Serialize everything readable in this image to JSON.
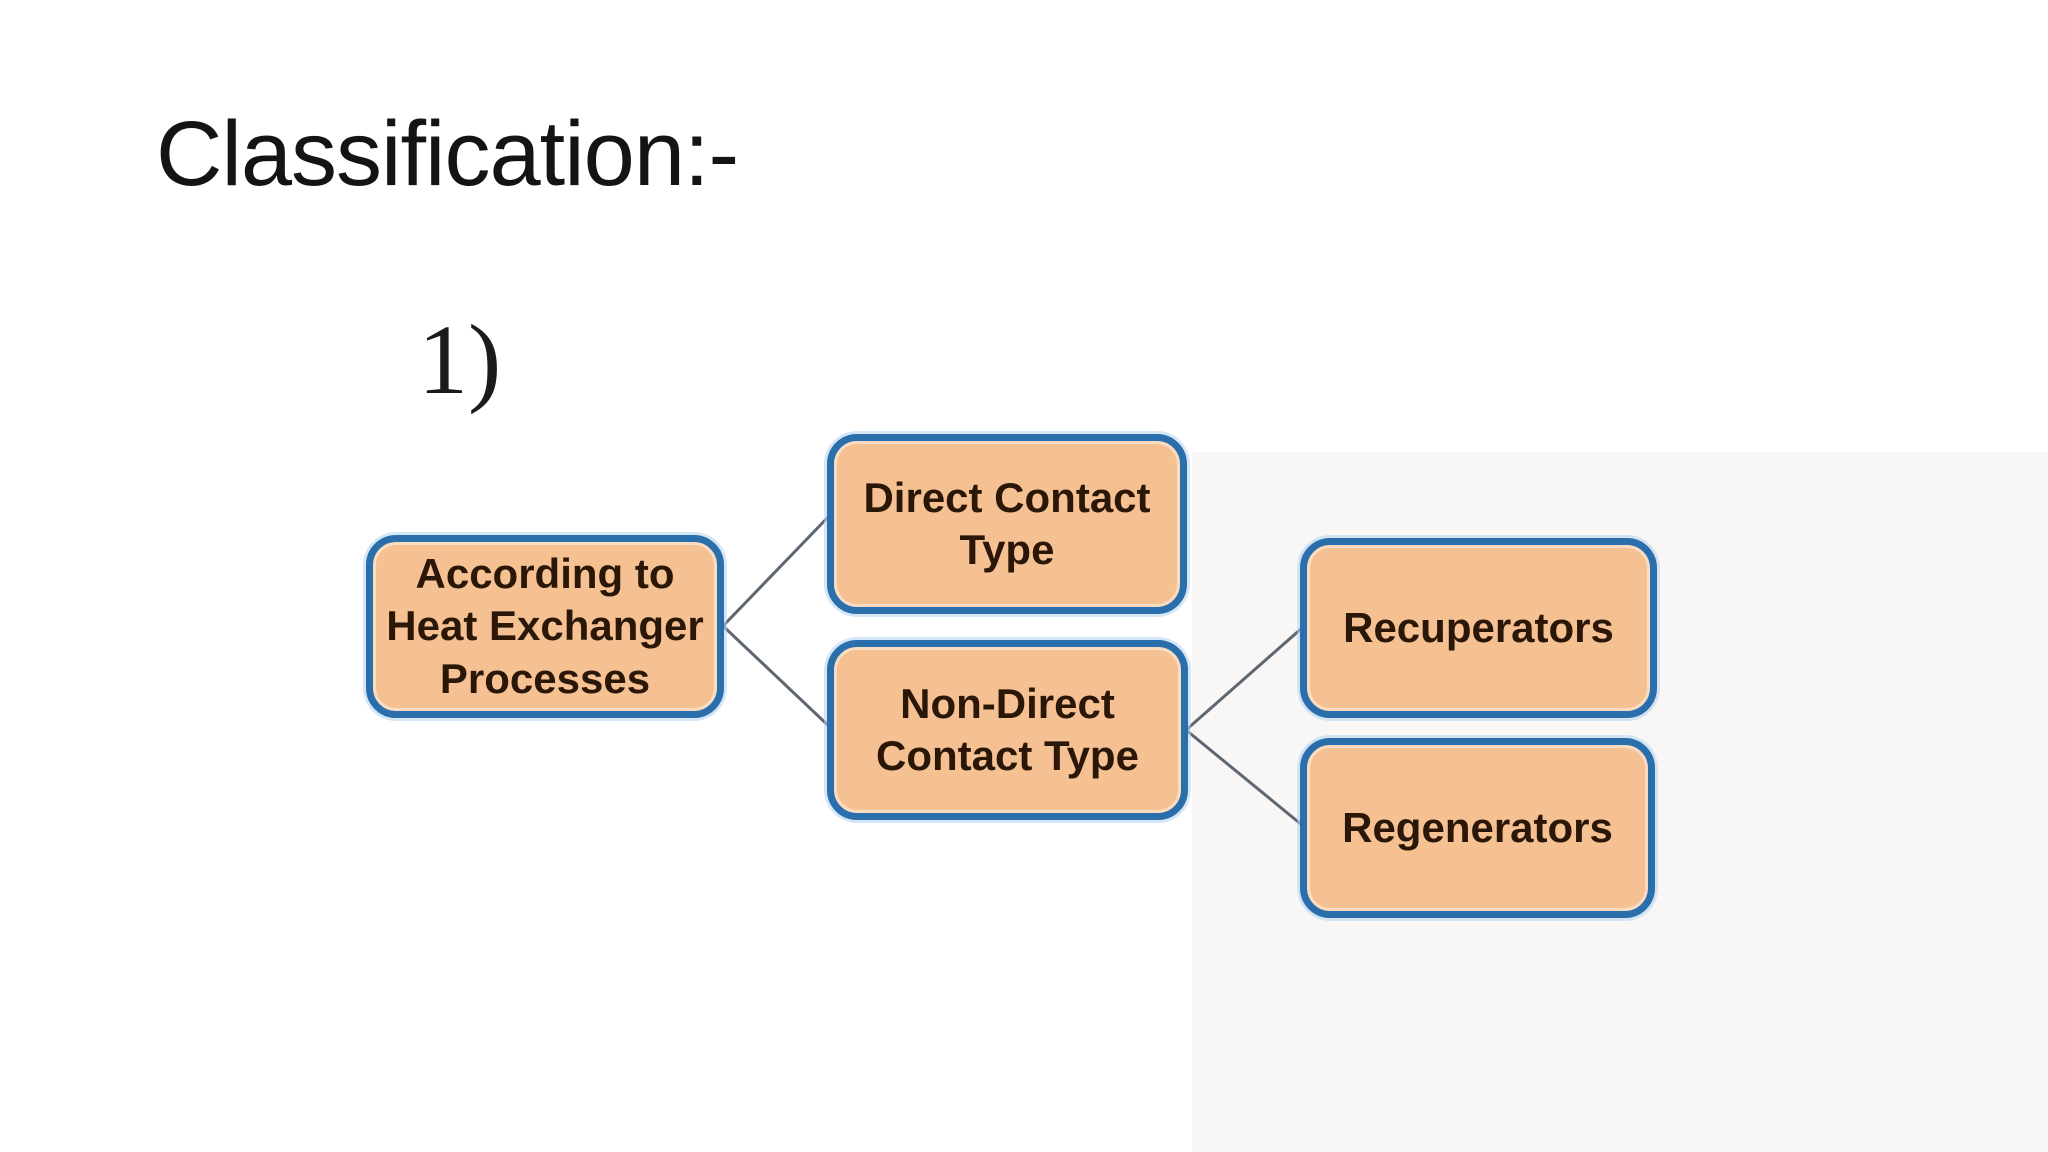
{
  "slide": {
    "title": "Classification:-",
    "list_marker": "1)"
  },
  "diagram": {
    "nodes": [
      {
        "id": "root",
        "label": "According to Heat Exchanger Processes"
      },
      {
        "id": "direct",
        "label": "Direct Contact Type"
      },
      {
        "id": "nondirect",
        "label": "Non-Direct Contact Type"
      },
      {
        "id": "recuperators",
        "label": "Recuperators"
      },
      {
        "id": "regenerators",
        "label": "Regenerators"
      }
    ],
    "edges": [
      {
        "from": "root",
        "to": "direct"
      },
      {
        "from": "root",
        "to": "nondirect"
      },
      {
        "from": "nondirect",
        "to": "recuperators"
      },
      {
        "from": "nondirect",
        "to": "regenerators"
      }
    ],
    "colors": {
      "node_fill": "#F5C192",
      "node_border": "#2A6EAB",
      "node_text": "#2B1708",
      "connector": "#5D6771",
      "title_text": "#141414"
    }
  }
}
